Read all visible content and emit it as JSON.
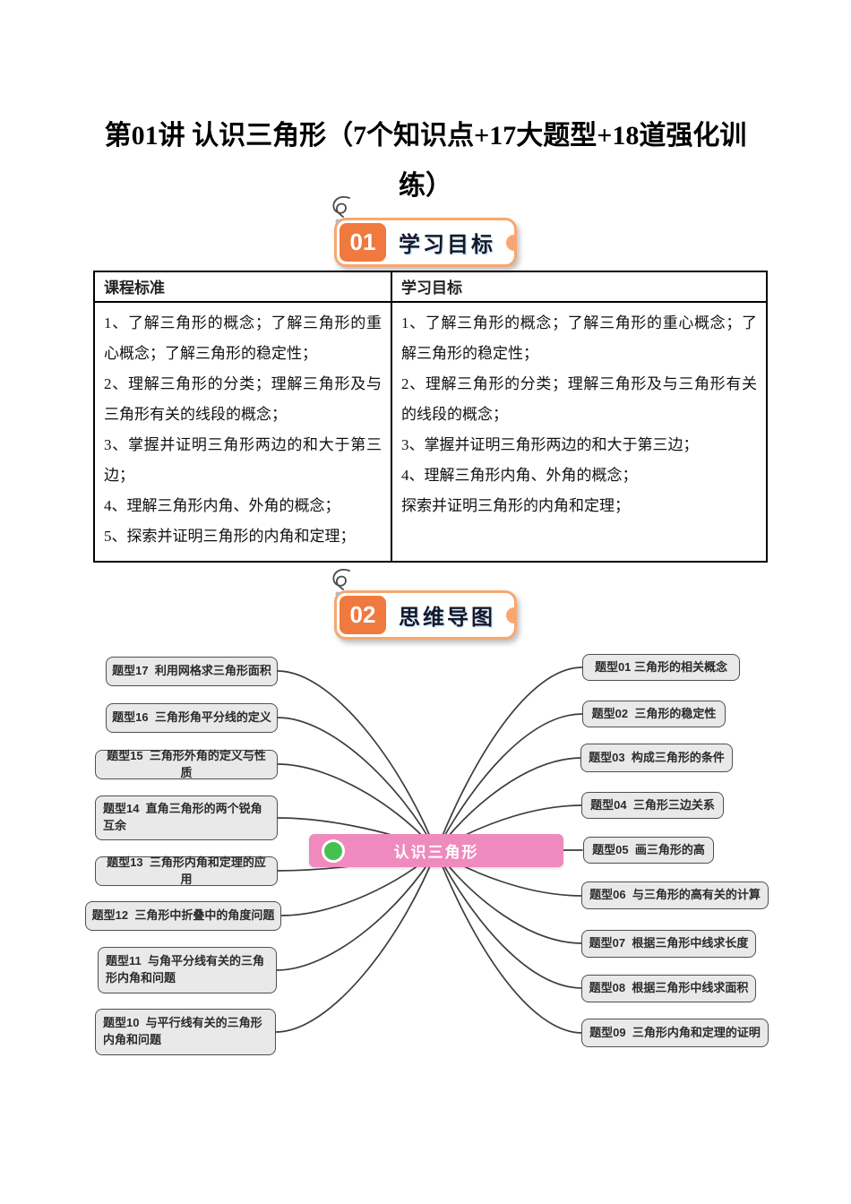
{
  "title": "第01讲 认识三角形（7个知识点+17大题型+18道强化训练）",
  "sections": [
    {
      "number": "01",
      "label": "学习目标"
    },
    {
      "number": "02",
      "label": "思维导图"
    }
  ],
  "goals_table": {
    "headers": [
      "课程标准",
      "学习目标"
    ],
    "course_standard": [
      "1、了解三角形的概念；了解三角形的重心概念；了解三角形的稳定性；",
      "2、理解三角形的分类；理解三角形及与三角形有关的线段的概念；",
      "3、掌握并证明三角形两边的和大于第三边；",
      "4、理解三角形内角、外角的概念；",
      "5、探索并证明三角形的内角和定理；"
    ],
    "learning_goals": [
      "1、了解三角形的概念；了解三角形的重心概念；了解三角形的稳定性；",
      "2、理解三角形的分类；理解三角形及与三角形有关的线段的概念；",
      "3、掌握并证明三角形两边的和大于第三边；",
      "4、理解三角形内角、外角的概念；",
      "探索并证明三角形的内角和定理；"
    ]
  },
  "mindmap": {
    "center_label": "认识三角形",
    "left_nodes": [
      {
        "label": "题型17  利用网格求三角形面积"
      },
      {
        "label": "题型16  三角形角平分线的定义"
      },
      {
        "label": "题型15  三角形外角的定义与性质"
      },
      {
        "label": "题型14  直角三角形的两个锐角互余"
      },
      {
        "label": "题型13  三角形内角和定理的应用"
      },
      {
        "label": "题型12  三角形中折叠中的角度问题"
      },
      {
        "label": "题型11  与角平分线有关的三角形内角和问题"
      },
      {
        "label": "题型10  与平行线有关的三角形内角和问题"
      }
    ],
    "right_nodes": [
      {
        "label": "题型01 三角形的相关概念"
      },
      {
        "label": "题型02  三角形的稳定性"
      },
      {
        "label": "题型03  构成三角形的条件"
      },
      {
        "label": "题型04  三角形三边关系"
      },
      {
        "label": "题型05  画三角形的高"
      },
      {
        "label": "题型06  与三角形的高有关的计算"
      },
      {
        "label": "题型07  根据三角形中线求长度"
      },
      {
        "label": "题型08  根据三角形中线求面积"
      },
      {
        "label": "题型09  三角形内角和定理的证明"
      }
    ],
    "colors": {
      "accent_orange": "#f0793f",
      "badge_border": "#f7a76f",
      "center_pink": "#ee8abd",
      "dot_green": "#45c151",
      "node_fill": "#e9e9e9",
      "node_border": "#4f4f4f",
      "connector_line": "#3d3d3d"
    }
  }
}
